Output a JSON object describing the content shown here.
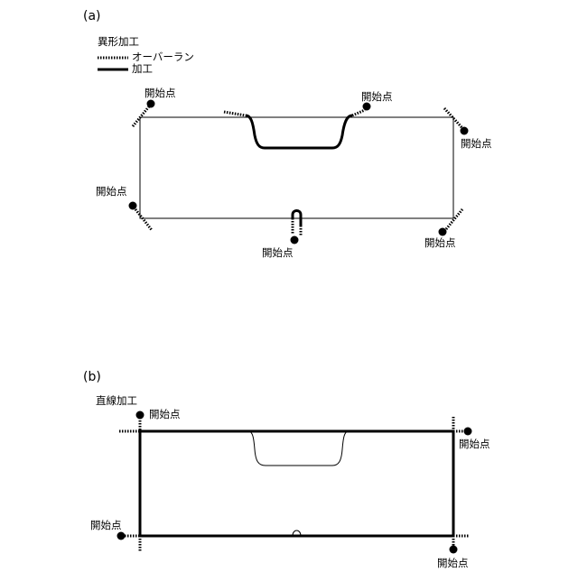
{
  "panel_a": {
    "label": "(a)",
    "title": "異形加工",
    "legend": {
      "overrun": "オーバーラン",
      "machining": "加工"
    },
    "start_label": "開始点"
  },
  "panel_b": {
    "label": "(b)",
    "title": "直線加工",
    "start_label": "開始点"
  }
}
